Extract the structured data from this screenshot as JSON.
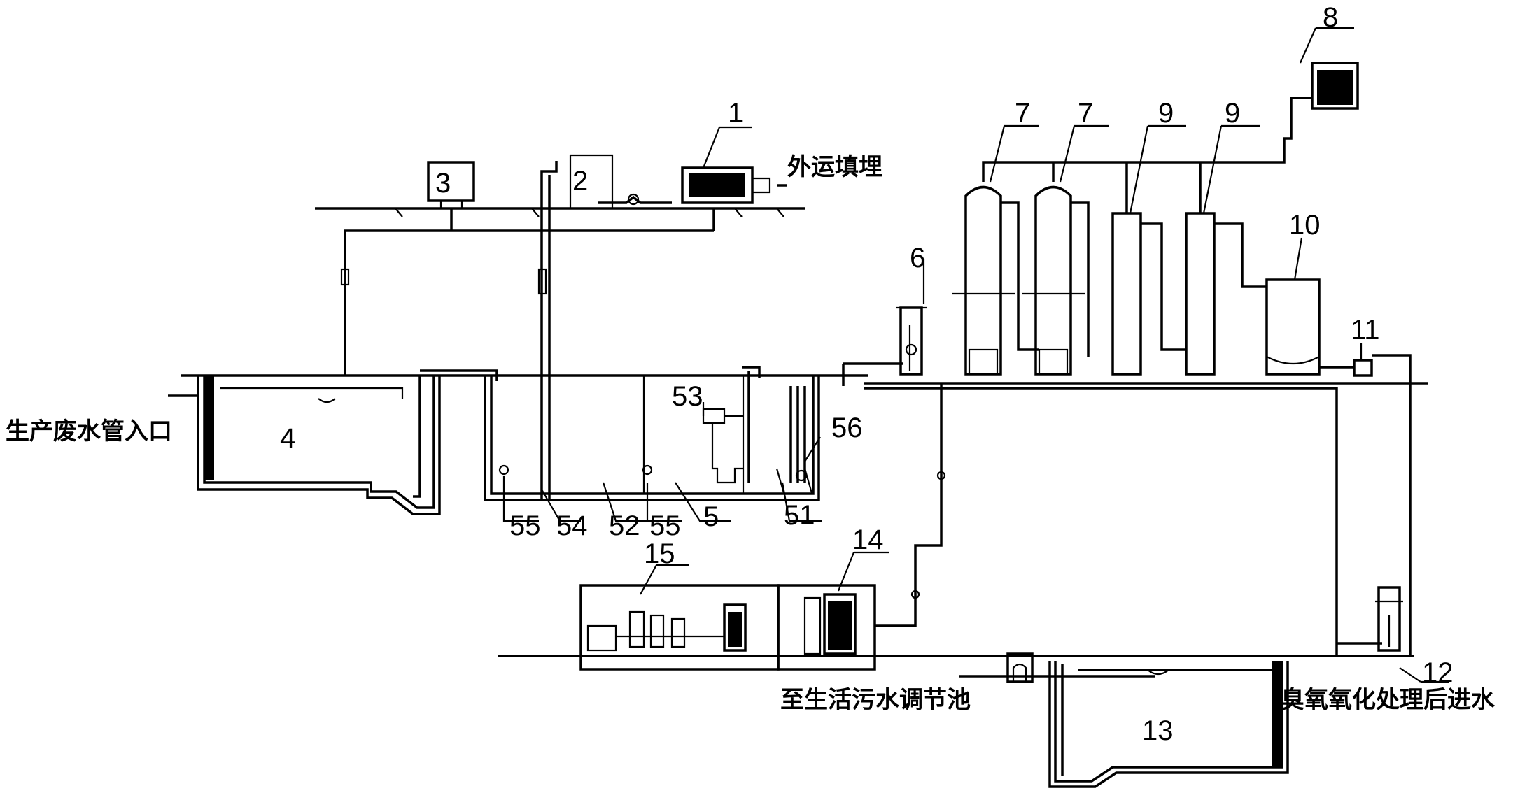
{
  "labels": {
    "n1": "1",
    "n2": "2",
    "n3": "3",
    "n4": "4",
    "n5": "5",
    "n6": "6",
    "n7a": "7",
    "n7b": "7",
    "n8": "8",
    "n9a": "9",
    "n9b": "9",
    "n10": "10",
    "n11": "11",
    "n12": "12",
    "n13": "13",
    "n14": "14",
    "n15": "15",
    "n51": "51",
    "n52": "52",
    "n53": "53",
    "n54": "54",
    "n55a": "55",
    "n55b": "55",
    "n56": "56"
  },
  "texts": {
    "landfill": "外运填埋",
    "wastewater_inlet": "生产废水管入口",
    "to_domestic_pool": "至生活污水调节池",
    "ozone_inlet": "臭氧氧化处理后进水"
  }
}
